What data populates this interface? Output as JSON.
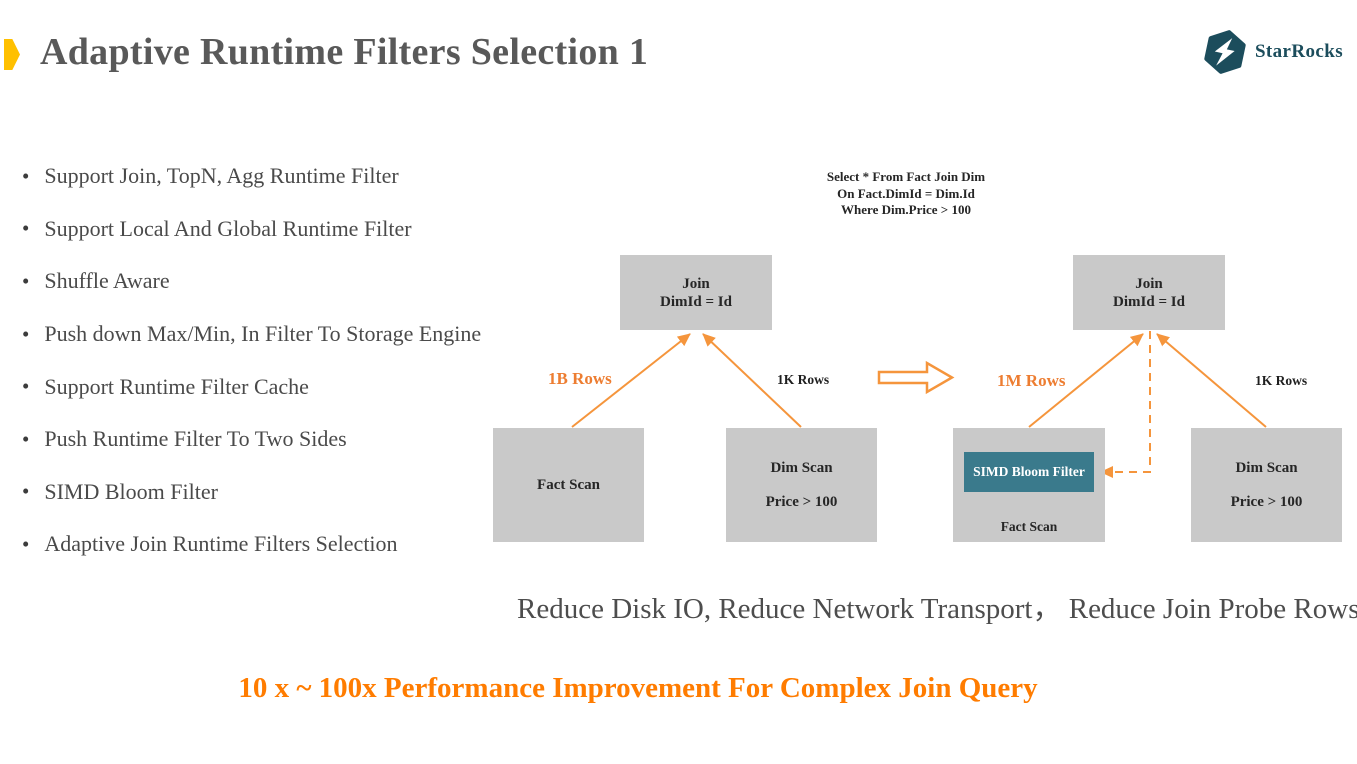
{
  "header": {
    "title": "Adaptive Runtime Filters Selection 1",
    "logo_text": "StarRocks"
  },
  "bullets": [
    "Support Join, TopN, Agg Runtime Filter",
    "Support Local And Global Runtime Filter",
    "Shuffle Aware",
    "Push down Max/Min, In Filter To Storage Engine",
    "Support Runtime Filter Cache",
    "Push Runtime Filter To Two Sides",
    "SIMD Bloom Filter",
    "Adaptive Join Runtime Filters Selection"
  ],
  "diagram": {
    "sql": {
      "line1": "Select * From Fact Join Dim",
      "line2": "On Fact.DimId = Dim.Id",
      "line3": "Where Dim.Price > 100"
    },
    "before": {
      "join_title": "Join",
      "join_cond": "DimId = Id",
      "left_rows": "1B Rows",
      "right_rows": "1K Rows",
      "fact_label": "Fact Scan",
      "dim_label": "Dim Scan",
      "dim_cond": "Price > 100"
    },
    "after": {
      "join_title": "Join",
      "join_cond": "DimId = Id",
      "left_rows": "1M Rows",
      "right_rows": "1K Rows",
      "simd_label": "SIMD Bloom Filter",
      "fact_label": "Fact Scan",
      "dim_label": "Dim Scan",
      "dim_cond": "Price > 100"
    }
  },
  "captions": {
    "benefits": "Reduce Disk IO, Reduce Network Transport，  Reduce Join Probe Rows",
    "performance": "10 x ~ 100x Performance Improvement For Complex Join Query"
  },
  "colors": {
    "accent_yellow": "#FFC000",
    "title_gray": "#595959",
    "bullet_gray": "#4a4a4a",
    "arrow_orange": "#F5953C",
    "rows_orange": "#ED7D31",
    "performance_orange": "#FF7C00",
    "box_gray": "#C9C9C9",
    "box_text": "#262626",
    "teal": "#3A7A8C",
    "logo_teal": "#1C4D5C",
    "caption_gray": "#4d4d4d"
  }
}
